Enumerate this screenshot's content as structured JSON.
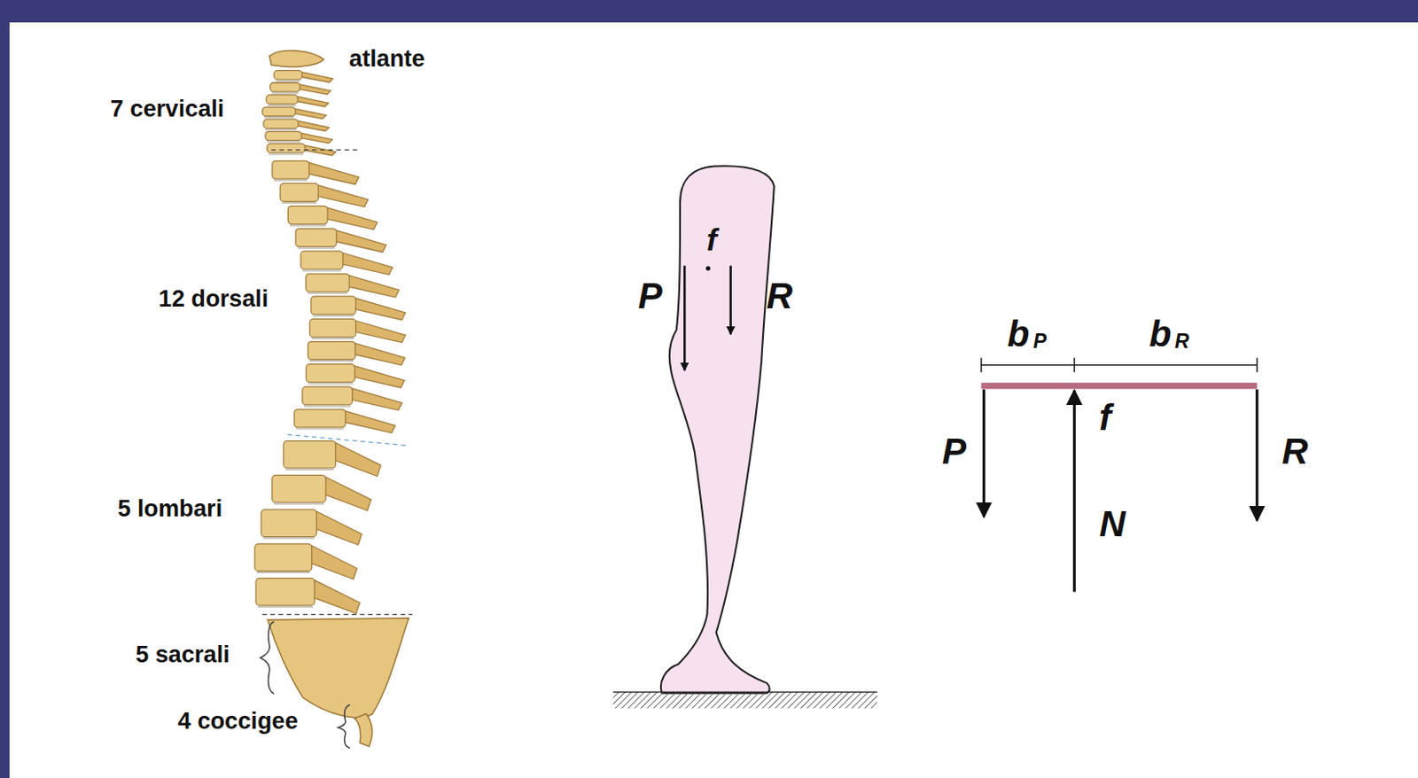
{
  "diagram": {
    "labels": [
      "atlante",
      "7 cervicali",
      "12 dorsali",
      "5 lombari",
      "5 sacrali",
      "4 coccigee",
      "f",
      "P",
      "R",
      "b",
      "P",
      "b",
      "R",
      "P",
      "f",
      "R",
      "N"
    ]
  }
}
